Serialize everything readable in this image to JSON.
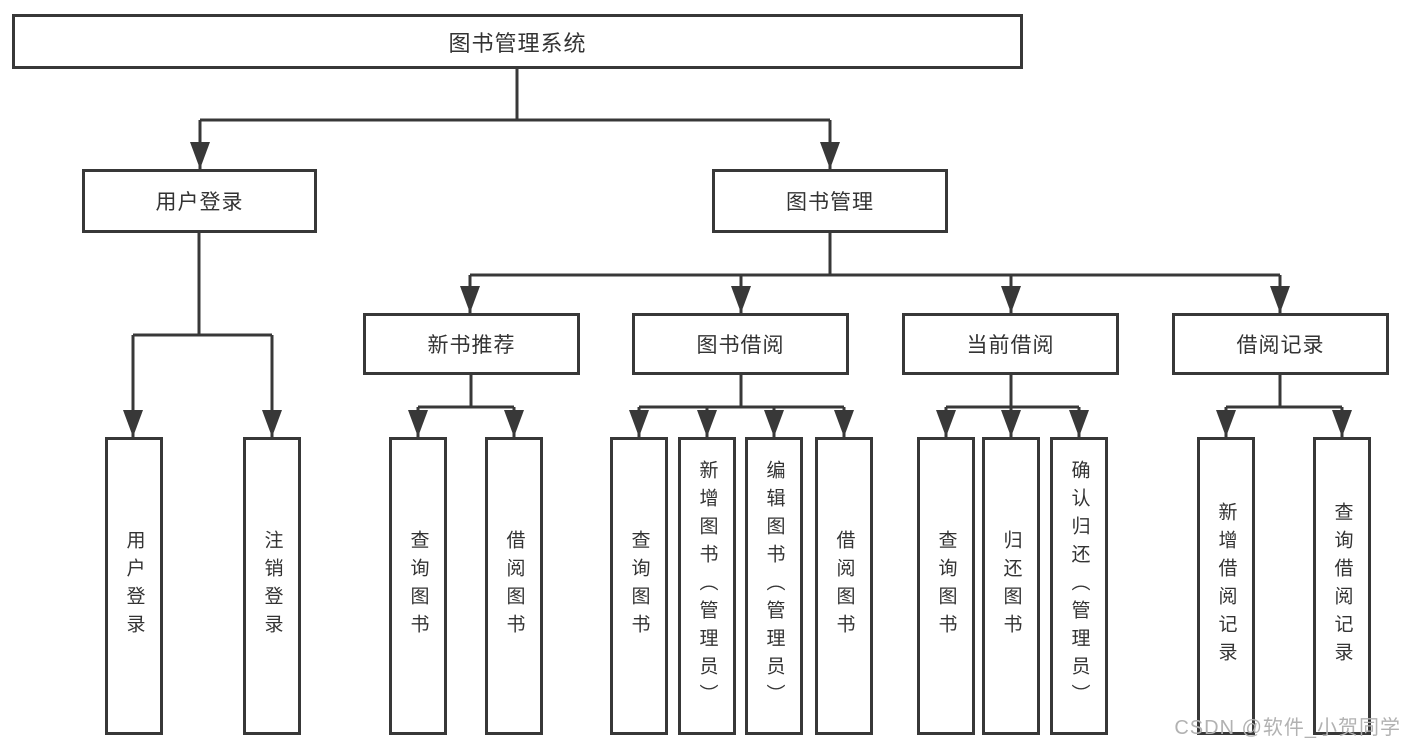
{
  "diagram": {
    "root": {
      "label": "图书管理系统"
    },
    "level2": [
      {
        "id": "user-login",
        "label": "用户登录",
        "parent": "root"
      },
      {
        "id": "book-management",
        "label": "图书管理",
        "parent": "root"
      }
    ],
    "level3": [
      {
        "id": "new-book-recommend",
        "label": "新书推荐",
        "parent": "book-management"
      },
      {
        "id": "book-borrow",
        "label": "图书借阅",
        "parent": "book-management"
      },
      {
        "id": "current-borrow",
        "label": "当前借阅",
        "parent": "book-management"
      },
      {
        "id": "borrow-records",
        "label": "借阅记录",
        "parent": "book-management"
      }
    ],
    "leaves": [
      {
        "id": "leaf-user-login",
        "label": "用户登录",
        "parent": "user-login"
      },
      {
        "id": "leaf-logout",
        "label": "注销登录",
        "parent": "user-login"
      },
      {
        "id": "leaf-query-books-rec",
        "label": "查询图书",
        "parent": "new-book-recommend"
      },
      {
        "id": "leaf-borrow-books-rec",
        "label": "借阅图书",
        "parent": "new-book-recommend"
      },
      {
        "id": "leaf-query-books-borrow",
        "label": "查询图书",
        "parent": "book-borrow"
      },
      {
        "id": "leaf-add-books-admin",
        "label": "新增图书（管理员）",
        "parent": "book-borrow"
      },
      {
        "id": "leaf-edit-books-admin",
        "label": "编辑图书（管理员）",
        "parent": "book-borrow"
      },
      {
        "id": "leaf-borrow-books",
        "label": "借阅图书",
        "parent": "book-borrow"
      },
      {
        "id": "leaf-query-books-current",
        "label": "查询图书",
        "parent": "current-borrow"
      },
      {
        "id": "leaf-return-books",
        "label": "归还图书",
        "parent": "current-borrow"
      },
      {
        "id": "leaf-confirm-return-admin",
        "label": "确认归还（管理员）",
        "parent": "current-borrow"
      },
      {
        "id": "leaf-add-borrow-record",
        "label": "新增借阅记录",
        "parent": "borrow-records"
      },
      {
        "id": "leaf-query-borrow-record",
        "label": "查询借阅记录",
        "parent": "borrow-records"
      }
    ],
    "watermark": "CSDN @软件_小贺同学",
    "colors": {
      "line": "#383838",
      "text": "#333333",
      "watermark": "#b2b2b2",
      "background": "#ffffff"
    }
  }
}
